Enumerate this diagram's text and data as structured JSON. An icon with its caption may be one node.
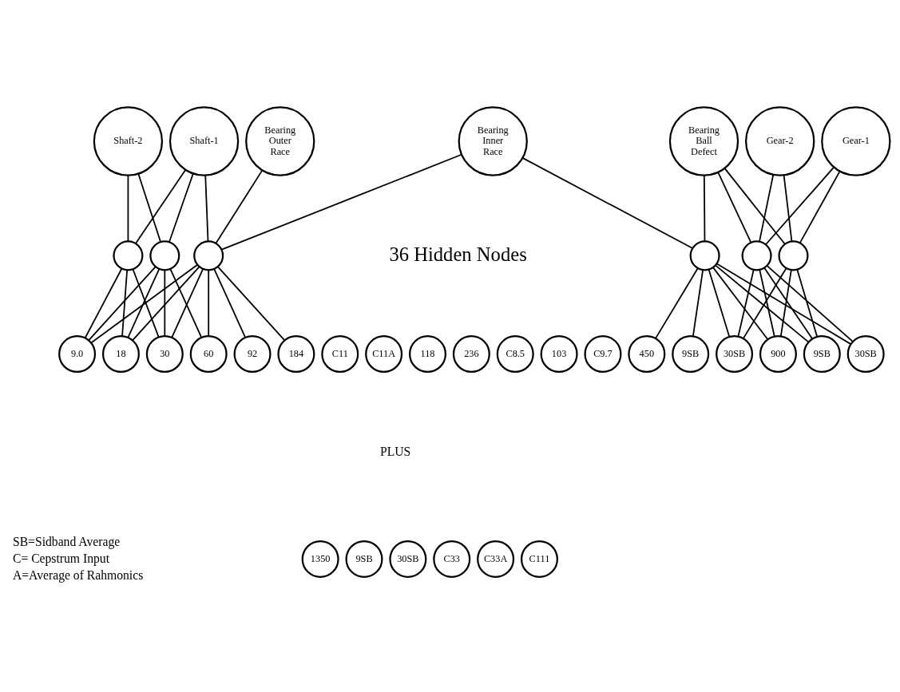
{
  "diagram": {
    "nodes": [
      {
        "text": [
          "Shaft-2"
        ]
      },
      {
        "text": [
          "Shaft-1"
        ]
      },
      {
        "text": [
          "Bearing Outer Race"
        ]
      },
      {
        "text": [
          "Bearing Inner Race"
        ]
      },
      {
        "text": [
          "Bearing Ball Defect"
        ]
      },
      {
        "text": [
          "Gear-2"
        ]
      },
      {
        "text": [
          "Gear-1"
        ]
      },
      {
        "text": [],
        "shape": "circle"
      },
      {
        "text": [],
        "shape": "circle"
      },
      {
        "text": [],
        "shape": "circle"
      },
      {
        "text": [],
        "shape": "circle"
      },
      {
        "text": [],
        "shape": "circle"
      },
      {
        "text": [],
        "shape": "circle"
      },
      {
        "text": [
          "9.0"
        ]
      },
      {
        "text": [
          "18"
        ]
      },
      {
        "text": [
          "30"
        ]
      },
      {
        "text": [
          "60"
        ]
      },
      {
        "text": [
          "92"
        ]
      },
      {
        "text": [
          "184"
        ]
      },
      {
        "text": [
          "C11"
        ]
      },
      {
        "text": [
          "C11A"
        ]
      },
      {
        "text": [
          "118"
        ]
      },
      {
        "text": [
          "236"
        ]
      },
      {
        "text": [
          "C8.5"
        ]
      },
      {
        "text": [
          "103"
        ]
      },
      {
        "text": [
          "C9.7"
        ]
      },
      {
        "text": [
          "450"
        ]
      },
      {
        "text": [
          "9SB"
        ]
      },
      {
        "text": [
          "30SB"
        ]
      },
      {
        "text": [
          "900"
        ]
      },
      {
        "text": [
          "9SB"
        ]
      },
      {
        "text": [
          "30SB"
        ]
      },
      {
        "text": [
          "1350"
        ]
      },
      {
        "text": [
          "9SB"
        ]
      },
      {
        "text": [
          "30SB"
        ]
      },
      {
        "text": [
          "C33"
        ]
      },
      {
        "text": [
          "C33A"
        ]
      },
      {
        "text": [
          "C111"
        ]
      }
    ],
    "edges": [
      {
        "from": 0,
        "to": 7,
        "arrow": "none"
      },
      {
        "from": 0,
        "to": 8,
        "arrow": "none"
      },
      {
        "from": 1,
        "to": 7,
        "arrow": "none"
      },
      {
        "from": 1,
        "to": 8,
        "arrow": "none"
      },
      {
        "from": 1,
        "to": 9,
        "arrow": "none"
      },
      {
        "from": 2,
        "to": 9,
        "arrow": "none"
      },
      {
        "from": 3,
        "to": 9,
        "arrow": "none"
      },
      {
        "from": 3,
        "to": 10,
        "arrow": "none"
      },
      {
        "from": 4,
        "to": 10,
        "arrow": "none"
      },
      {
        "from": 4,
        "to": 11,
        "arrow": "none"
      },
      {
        "from": 4,
        "to": 12,
        "arrow": "none"
      },
      {
        "from": 5,
        "to": 11,
        "arrow": "none"
      },
      {
        "from": 5,
        "to": 12,
        "arrow": "none"
      },
      {
        "from": 6,
        "to": 11,
        "arrow": "none"
      },
      {
        "from": 6,
        "to": 12,
        "arrow": "none"
      },
      {
        "from": 7,
        "to": 13,
        "arrow": "none"
      },
      {
        "from": 7,
        "to": 14,
        "arrow": "none"
      },
      {
        "from": 7,
        "to": 15,
        "arrow": "none"
      },
      {
        "from": 8,
        "to": 13,
        "arrow": "none"
      },
      {
        "from": 8,
        "to": 14,
        "arrow": "none"
      },
      {
        "from": 8,
        "to": 15,
        "arrow": "none"
      },
      {
        "from": 8,
        "to": 16,
        "arrow": "none"
      },
      {
        "from": 9,
        "to": 13,
        "arrow": "none"
      },
      {
        "from": 9,
        "to": 14,
        "arrow": "none"
      },
      {
        "from": 9,
        "to": 15,
        "arrow": "none"
      },
      {
        "from": 9,
        "to": 16,
        "arrow": "none"
      },
      {
        "from": 9,
        "to": 17,
        "arrow": "none"
      },
      {
        "from": 9,
        "to": 18,
        "arrow": "none"
      },
      {
        "from": 10,
        "to": 26,
        "arrow": "none"
      },
      {
        "from": 10,
        "to": 27,
        "arrow": "none"
      },
      {
        "from": 10,
        "to": 28,
        "arrow": "none"
      },
      {
        "from": 10,
        "to": 29,
        "arrow": "none"
      },
      {
        "from": 10,
        "to": 30,
        "arrow": "none"
      },
      {
        "from": 10,
        "to": 31,
        "arrow": "none"
      },
      {
        "from": 11,
        "to": 28,
        "arrow": "none"
      },
      {
        "from": 11,
        "to": 29,
        "arrow": "none"
      },
      {
        "from": 11,
        "to": 30,
        "arrow": "none"
      },
      {
        "from": 11,
        "to": 31,
        "arrow": "none"
      },
      {
        "from": 12,
        "to": 28,
        "arrow": "none"
      },
      {
        "from": 12,
        "to": 29,
        "arrow": "none"
      },
      {
        "from": 12,
        "to": 30,
        "arrow": "none"
      }
    ],
    "labels": [
      "36 Hidden Nodes",
      "PLUS",
      "SB=Sidband Average",
      "C= Cepstrum Input",
      "A=Average of Rahmonics"
    ]
  }
}
